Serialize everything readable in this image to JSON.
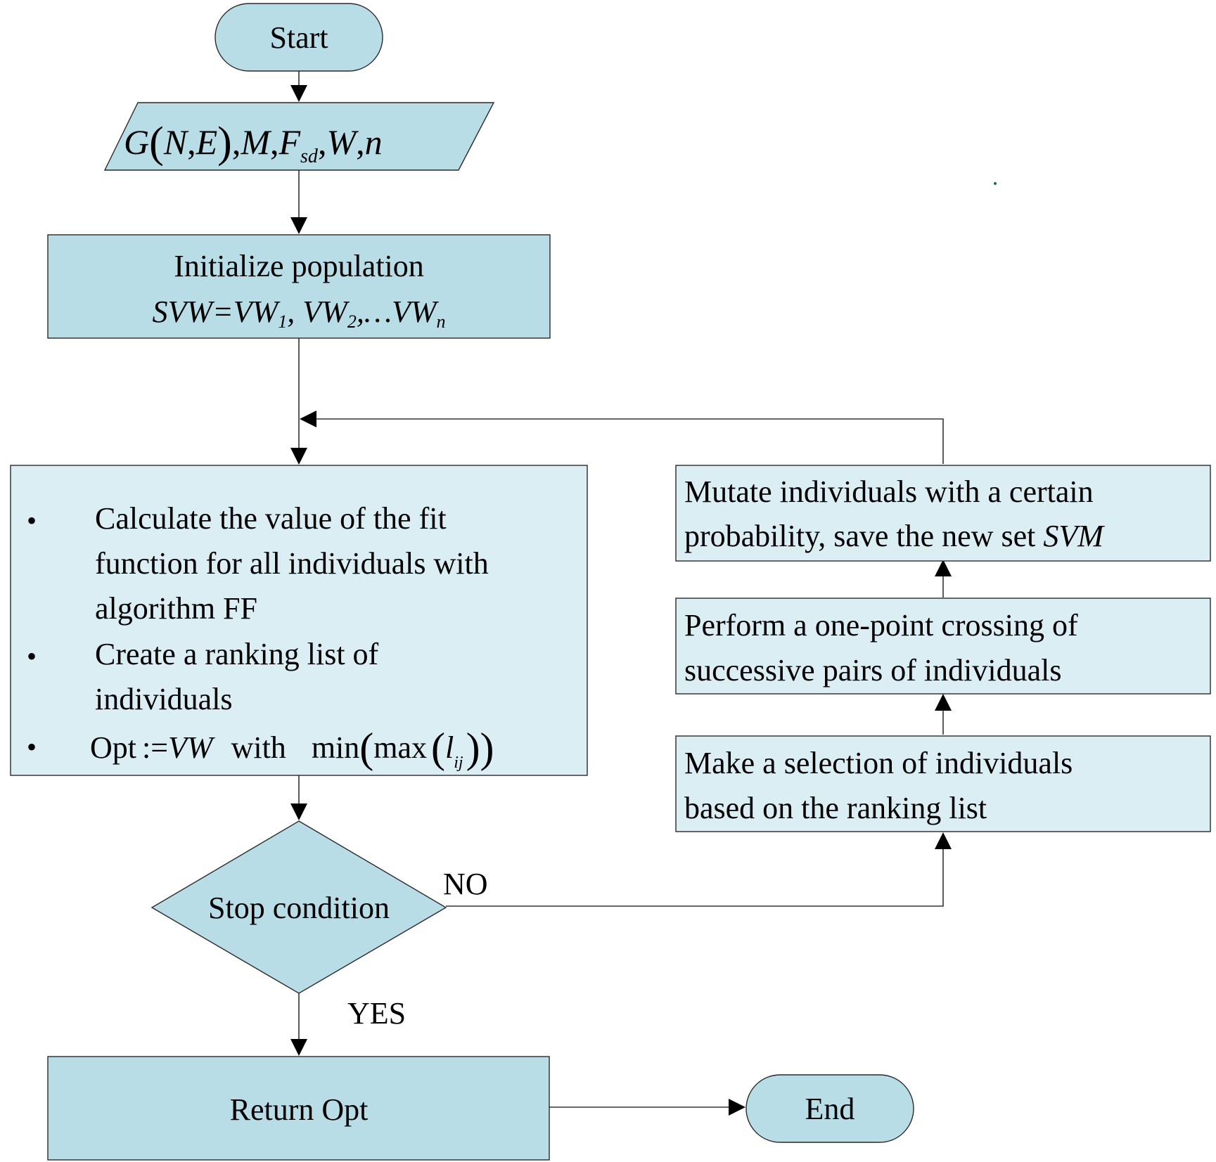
{
  "colors": {
    "box_fill": "#b9dde7",
    "light_fill": "#dbeef4",
    "stroke": "#2a2a2a"
  },
  "nodes": {
    "start": {
      "label": "Start"
    },
    "input": {
      "formula_text": "G(N,E), M, F_sd, W, n",
      "parts": {
        "G": "G",
        "N": "N",
        "E": "E",
        "M": "M",
        "F": "F",
        "sd": "sd",
        "W": "W",
        "n": "n"
      }
    },
    "init": {
      "line1": "Initialize population",
      "svw": "SVW",
      "eq": "=",
      "vw": "VW",
      "sub1": "1",
      "sub2": "2",
      "dots": "…",
      "subn": "n",
      "comma": ",",
      "line2_text": "SVW=VW1, VW2,…VWn"
    },
    "process": {
      "bullet": "•",
      "item1_lines": [
        "Calculate the value of the fit",
        "function for all individuals with",
        "algorithm FF"
      ],
      "item2_lines": [
        "Create a ranking list of",
        "individuals"
      ],
      "item3": {
        "opt": "Opt",
        "assign": ":=",
        "vw": "VW",
        "with": "with",
        "min": "min",
        "max": "max",
        "l": "l",
        "ij": "ij",
        "text": "Opt := VW with min(max(l_ij))"
      }
    },
    "decision": {
      "label": "Stop condition"
    },
    "return_box": {
      "label": "Return Opt"
    },
    "end": {
      "label": "End"
    },
    "mutate": {
      "line1": "Mutate individuals with a certain",
      "line2": "probability, save the new set ",
      "svm": "SVM"
    },
    "cross": {
      "line1": "Perform a one-point crossing of",
      "line2": "successive pairs of individuals"
    },
    "select": {
      "line1": "Make a selection of individuals",
      "line2": "based on the ranking list"
    }
  },
  "edges": {
    "no_label": "NO",
    "yes_label": "YES"
  }
}
